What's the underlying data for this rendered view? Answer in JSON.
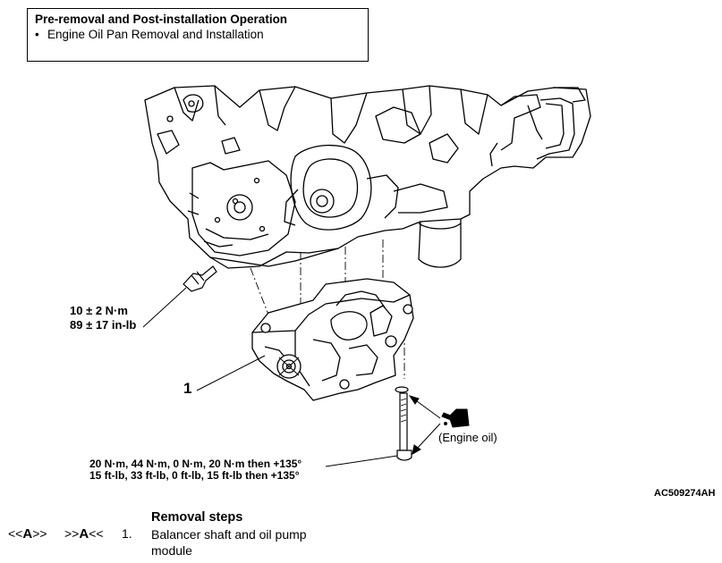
{
  "info_box": {
    "title": "Pre-removal and Post-installation Operation",
    "items": [
      "Engine Oil Pan Removal and Installation"
    ]
  },
  "callouts": {
    "stud_torque_nm": "10 ± 2 N·m",
    "stud_torque_inlb": "89 ± 17 in-lb",
    "part_number": "1",
    "engine_oil": "(Engine oil)",
    "bolt_torque_nm": "20 N·m, 44 N·m, 0 N·m, 20 N·m then +135°",
    "bolt_torque_ftlb": "15 ft-lb, 33 ft-lb, 0 ft-lb, 15 ft-lb then +135°",
    "figure_id": "AC509274AH"
  },
  "removal": {
    "heading": "Removal steps",
    "steps": [
      {
        "removal_prefix": "<<",
        "removal_letter": "A",
        "removal_suffix": ">>",
        "install_prefix": ">>",
        "install_letter": "A",
        "install_suffix": "<<",
        "number": "1.",
        "text": "Balancer shaft and oil pump module"
      }
    ]
  }
}
